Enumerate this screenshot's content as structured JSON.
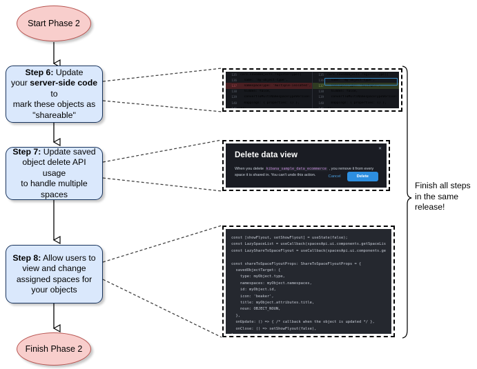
{
  "diagram": {
    "title": "Phase 2 flowchart",
    "colors": {
      "terminator_fill": "#f8cecc",
      "terminator_stroke": "#b85450",
      "process_fill": "#dae8fc",
      "process_stroke": "#16325c",
      "connector": "#000000",
      "callout_border": "#000000"
    },
    "start_label": "Start Phase 2",
    "end_label": "Finish Phase 2",
    "steps": [
      {
        "id": "step-6",
        "prefix": "Step 6:",
        "text_1": " Update",
        "text_2_pre": "your ",
        "text_2_bold": "server-side code",
        "text_2_post": " to",
        "text_3": "mark these objects as",
        "text_4": "\"shareable\""
      },
      {
        "id": "step-7",
        "prefix": "Step 7:",
        "text_1": " Update saved",
        "text_2": "object delete API usage",
        "text_3": "to handle multiple spaces"
      },
      {
        "id": "step-8",
        "prefix": "Step 8:",
        "text_1": " Allow users to",
        "text_2": "view and change",
        "text_3": "assigned spaces for",
        "text_4": "your objects"
      }
    ],
    "annotation": {
      "line_1": "Finish all steps",
      "line_2": "in the same",
      "line_3": "release!"
    }
  },
  "callout_code_diff": {
    "name": "registerType diff screenshot",
    "left": {
      "lines": [
        {
          "num": "135",
          "state": "ctx",
          "text": "core.savedObjects.registerType({"
        },
        {
          "num": "136",
          "state": "ctx",
          "text": "  name: 'my-object-type',"
        },
        {
          "num": "137",
          "state": "del",
          "text": "  namespaceType: 'multiple-isolated',"
        },
        {
          "num": "138",
          "state": "ctx",
          "text": "  hidden: false,"
        },
        {
          "num": "139",
          "state": "ctx",
          "text": "  convertToMultiNamespaceTypeVersion: '"
        },
        {
          "num": "140",
          "state": "ctx",
          "text": "  mappings: { properties: {} },"
        },
        {
          "num": "141",
          "state": "ctx",
          "text": "});"
        },
        {
          "num": "142",
          "state": "ctx",
          "text": "}"
        }
      ]
    },
    "right": {
      "lines": [
        {
          "num": "135",
          "state": "ctx",
          "text": "core.savedObjects.registerType({"
        },
        {
          "num": "136",
          "state": "ctx",
          "text": "  name: 'my-object-type',"
        },
        {
          "num": "137",
          "state": "add",
          "text": "  namespaceType: 'multiple',"
        },
        {
          "num": "138",
          "state": "ctx",
          "text": "  hidden: false,"
        },
        {
          "num": "139",
          "state": "ctx",
          "text": "  convertToMultiNamespaceTypeVersion: '"
        },
        {
          "num": "140",
          "state": "ctx",
          "text": "  mappings: { properties: {} },"
        },
        {
          "num": "141",
          "state": "ctx",
          "text": "});"
        },
        {
          "num": "142",
          "state": "ctx",
          "text": "}"
        }
      ]
    }
  },
  "callout_delete_modal": {
    "name": "Delete data view modal screenshot",
    "title": "Delete data view",
    "body_pre": "When you delete ",
    "body_code": "kibana_sample_data_ecommerce",
    "body_post": " , you remove it from every space it is shared in. You can't undo this action.",
    "cancel_label": "Cancel",
    "delete_label": "Delete",
    "close_icon": "close-icon"
  },
  "callout_flyout_code": {
    "name": "ShareToSpaceFlyout code screenshot",
    "lines": [
      "const [showFlyout, setShowFlyout] = useState(false);",
      "const LazySpaceList = useCallback(spacesApi.ui.components.getSpaceLis",
      "const LazyShareToSpaceFlyout = useCallback(spacesApi.ui.components.ge",
      "",
      "const shareToSpaceFlyoutProps: ShareToSpaceFlyoutProps = {",
      "  savedObjectTarget: {",
      "    type: myObject.type,",
      "    namespaces: myObject.namespaces,",
      "    id: myObject.id,",
      "    icon: 'beaker', ①",
      "    title: myObject.attributes.title, ②",
      "    noun: OBJECT_NOUN, ③",
      "  },",
      "  onUpdate: () => { /* callback when the object is updated */ },",
      "  onClose: () => setShowFlyout(false),",
      "};"
    ]
  }
}
